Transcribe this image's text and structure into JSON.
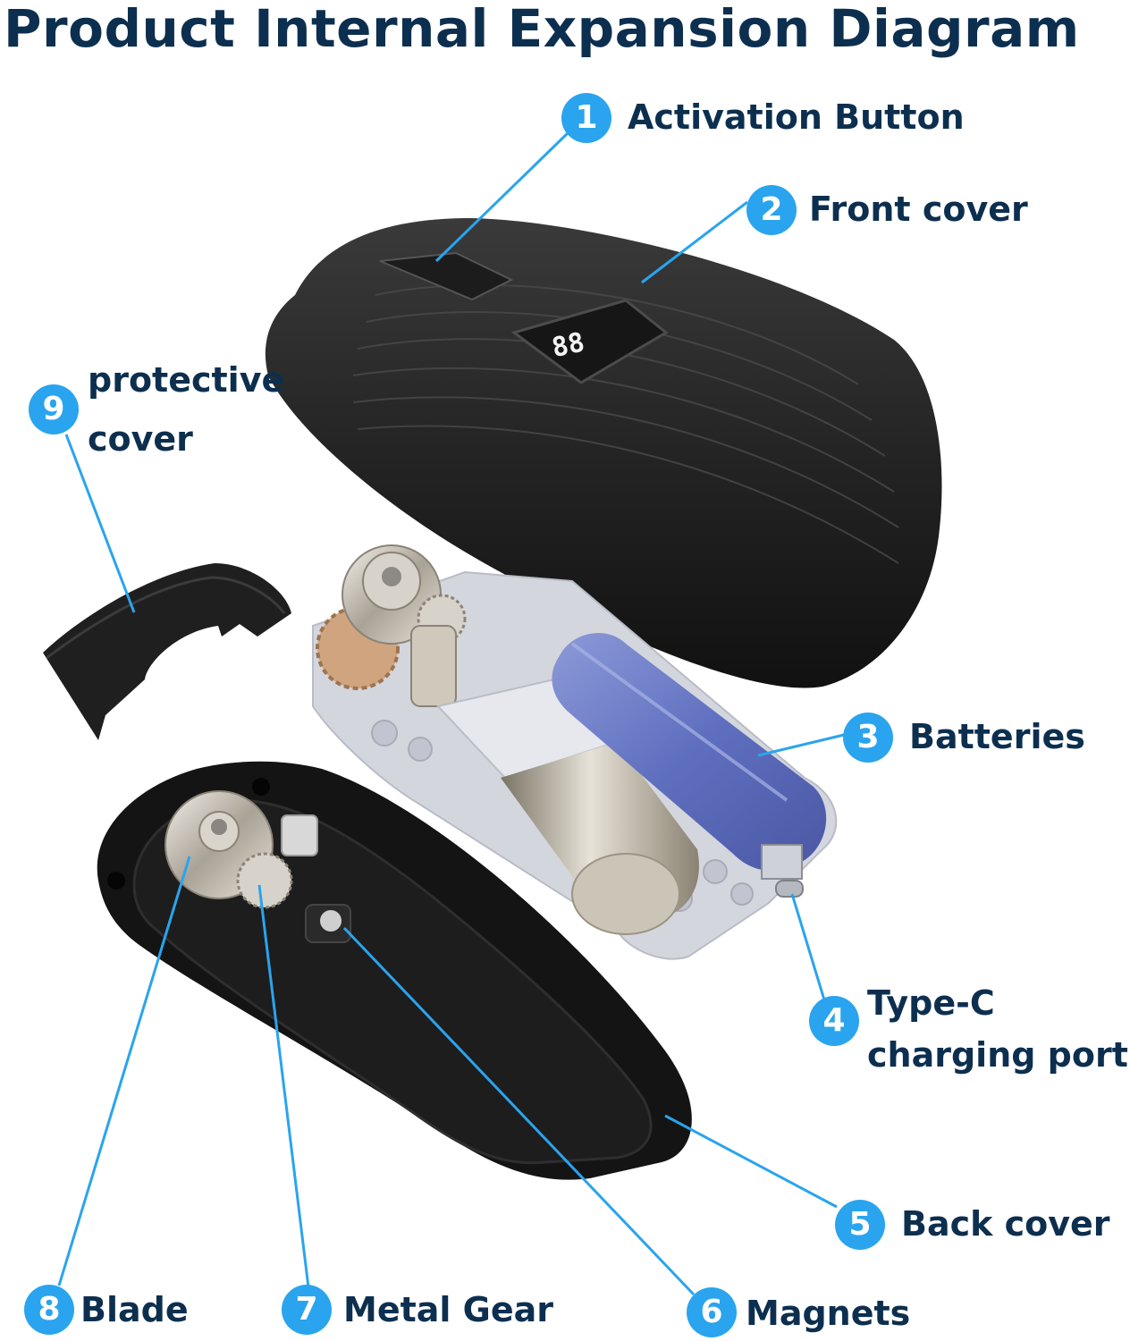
{
  "title": "Product Internal Expansion Diagram",
  "colors": {
    "badge": "#2aa4ee",
    "text": "#0d2f4f",
    "leader": "#2aa4ee"
  },
  "parts": [
    {
      "number": "1",
      "label": "Activation Button"
    },
    {
      "number": "2",
      "label": "Front cover"
    },
    {
      "number": "3",
      "label": "Batteries"
    },
    {
      "number": "4",
      "label": "Type-C",
      "label2": "charging port"
    },
    {
      "number": "5",
      "label": "Back cover"
    },
    {
      "number": "6",
      "label": "Magnets"
    },
    {
      "number": "7",
      "label": "Metal Gear"
    },
    {
      "number": "8",
      "label": "Blade"
    },
    {
      "number": "9",
      "label": "protective",
      "label2": "cover"
    }
  ],
  "display_readout": "88"
}
